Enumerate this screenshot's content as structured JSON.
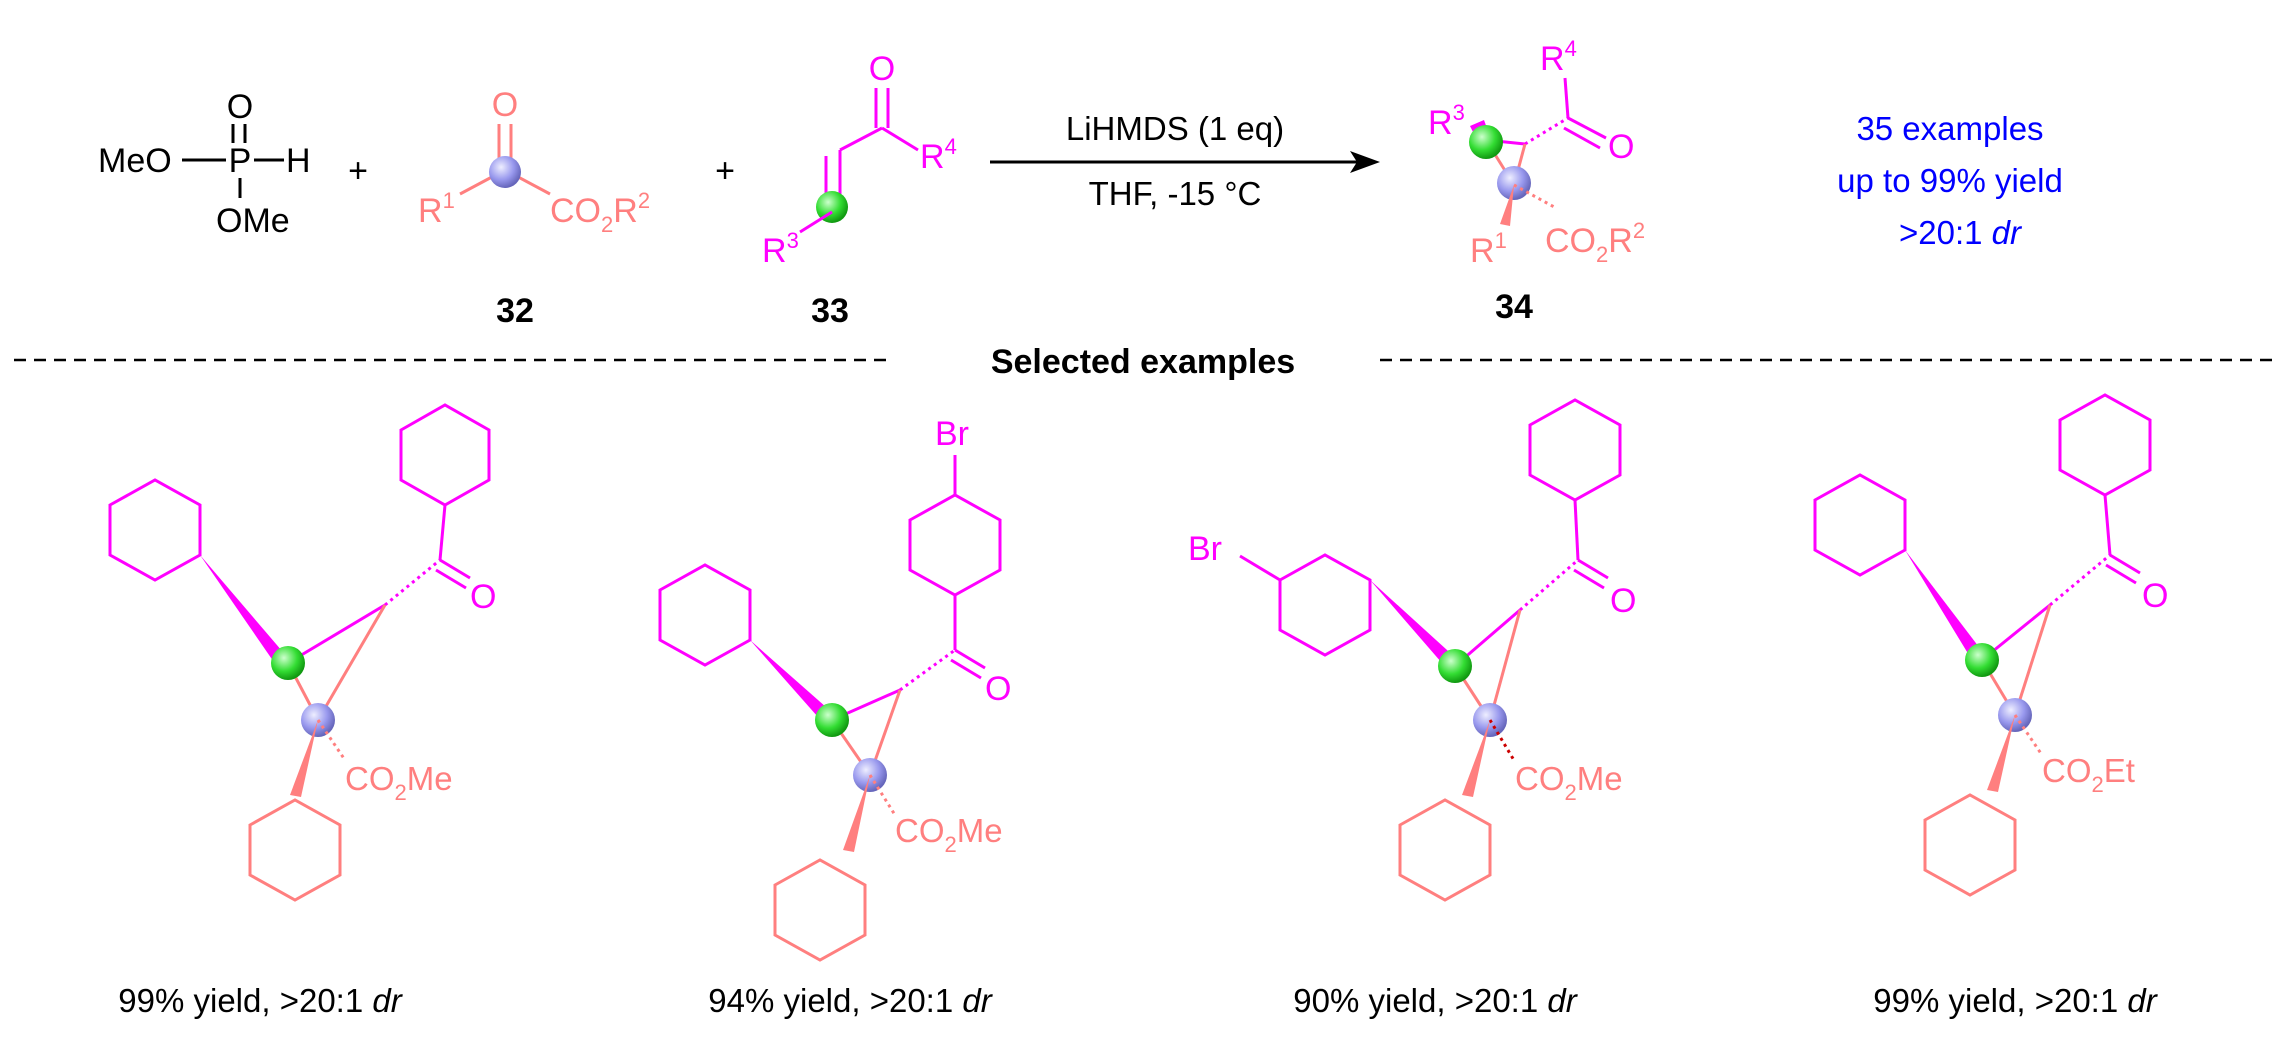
{
  "colors": {
    "black": "#000000",
    "salmon": "#FF7F7F",
    "magenta": "#FF00FF",
    "blue": "#0000FF",
    "green_dot": "#33DD33",
    "lavender_dot": "#8888FF"
  },
  "reaction": {
    "reagent": {
      "o": "O",
      "meo_p": "MeO",
      "p": "P",
      "h": "H",
      "ome": "OMe"
    },
    "plus": "+",
    "ketoester": {
      "o": "O",
      "r1": "R",
      "r1_sup": "1",
      "co2": "CO",
      "co2_sub": "2",
      "r2": "R",
      "r2_sup": "2",
      "label": "32"
    },
    "enone": {
      "o": "O",
      "r4": "R",
      "r4_sup": "4",
      "r3": "R",
      "r3_sup": "3",
      "label": "33"
    },
    "conditions": {
      "above": "LiHMDS (1 eq)",
      "below": "THF, -15 °C"
    },
    "product": {
      "r4": "R",
      "r4_sup": "4",
      "o": "O",
      "r3": "R",
      "r3_sup": "3",
      "r1": "R",
      "r1_sup": "1",
      "co2": "CO",
      "co2_sub": "2",
      "r2": "R",
      "r2_sup": "2",
      "label": "34"
    },
    "summary": {
      "line1": "35 examples",
      "line2": "up to 99% yield",
      "line3_prefix": ">20:1 ",
      "line3_italic": "dr"
    }
  },
  "section_title": "Selected examples",
  "examples": [
    {
      "ester_a": "CO",
      "ester_sub": "2",
      "ester_b": "Me",
      "o": "O",
      "yield_text": "99% yield, >20:1 ",
      "dr": "dr"
    },
    {
      "ester_a": "CO",
      "ester_sub": "2",
      "ester_b": "Me",
      "o": "O",
      "br": "Br",
      "yield_text": "94% yield, >20:1 ",
      "dr": "dr"
    },
    {
      "ester_a": "CO",
      "ester_sub": "2",
      "ester_b": "Me",
      "o": "O",
      "br": "Br",
      "yield_text": "90% yield, >20:1 ",
      "dr": "dr"
    },
    {
      "ester_a": "CO",
      "ester_sub": "2",
      "ester_b": "Et",
      "o": "O",
      "yield_text": "99% yield, >20:1 ",
      "dr": "dr"
    }
  ]
}
